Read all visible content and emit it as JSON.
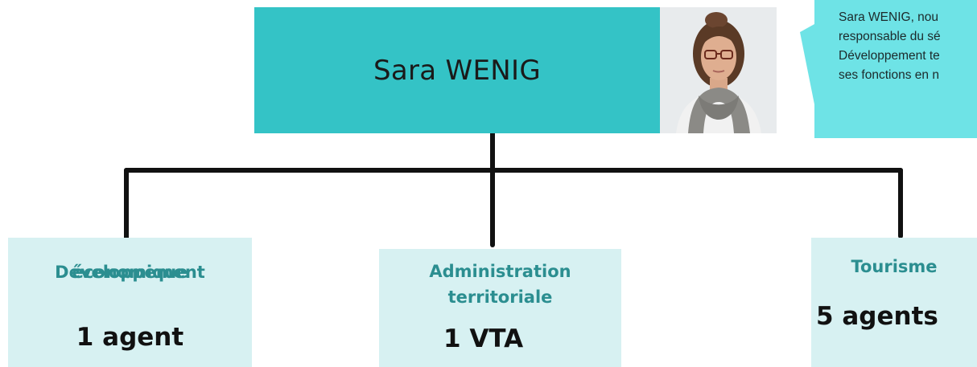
{
  "head": {
    "name": "Sara WENIG"
  },
  "callout": {
    "lines": [
      "Sara WENIG, nou",
      "responsable du sé",
      "Développement te",
      "ses fonctions en n"
    ]
  },
  "departments": [
    {
      "title_lines": [
        "Développement",
        "économique"
      ],
      "count": "1 agent"
    },
    {
      "title_lines": [
        "Administration",
        "territoriale"
      ],
      "count": "1 VTA"
    },
    {
      "title_lines": [
        "Tourisme"
      ],
      "count": "5 agents"
    }
  ],
  "colors": {
    "head_box": "#34c3c6",
    "callout": "#6ee3e6",
    "dept_box": "#d7f1f2",
    "dept_title": "#2b8e90",
    "connector": "#111111"
  }
}
